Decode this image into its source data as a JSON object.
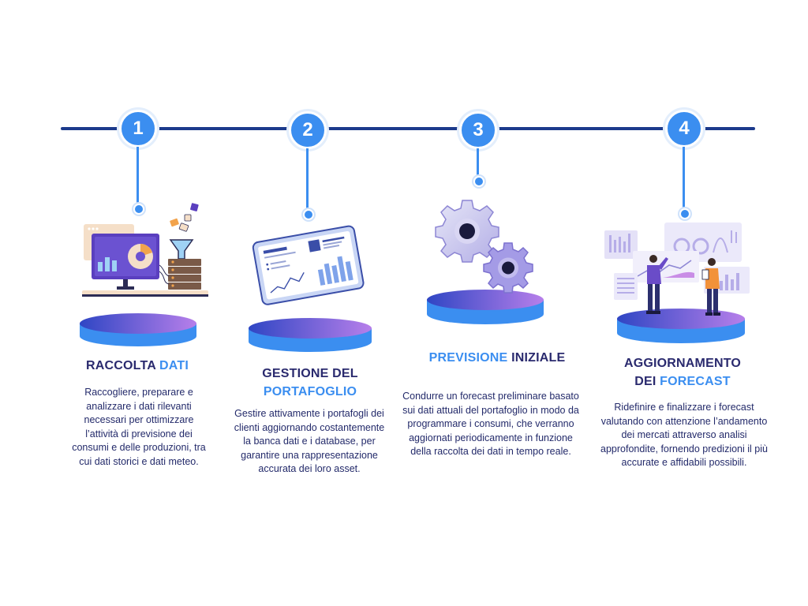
{
  "steps": [
    {
      "number": "1",
      "title_a": "RACCOLTA ",
      "title_b": "DATI",
      "description": "Raccogliere, preparare e analizzare i dati rilevanti necessari per ottimizzare l’attività di previsione dei consumi e delle produzioni, tra cui dati storici e dati meteo."
    },
    {
      "number": "2",
      "title_a": "GESTIONE DEL",
      "title_b": "PORTAFOGLIO",
      "description": "Gestire attivamente i portafogli dei clienti aggiornando costantemente la banca dati e i database, per garantire una rappresentazione accurata dei loro asset."
    },
    {
      "number": "3",
      "title_a": "PREVISIONE",
      "title_b": " INIZIALE",
      "description": "Condurre un forecast preliminare basato sui dati attuali del portafoglio in modo da programmare i consumi, che verranno aggiornati periodicamente in funzione della raccolta dei dati in tempo reale."
    },
    {
      "number": "4",
      "title_a": "AGGIORNAMENTO",
      "title_b_pre": "DEI ",
      "title_b": "FORECAST",
      "description": "Ridefinire e finalizzare i forecast valutando con attenzione l’andamento dei mercati attraverso analisi approfondite, fornendo predizioni il più accurate e affidabili possibili."
    }
  ],
  "colors": {
    "timeline": "#1c3a8c",
    "accent_blue": "#3b8ef0",
    "title_navy": "#2a2a6e",
    "text_navy": "#232a6a",
    "pedestal_top_left": "#3b4fc9",
    "pedestal_top_right": "#b27be8",
    "pedestal_side": "#3b8ef0"
  },
  "icons": [
    "computer-dashboard-icon",
    "tablet-dashboard-icon",
    "gears-icon",
    "people-analytics-icon"
  ]
}
